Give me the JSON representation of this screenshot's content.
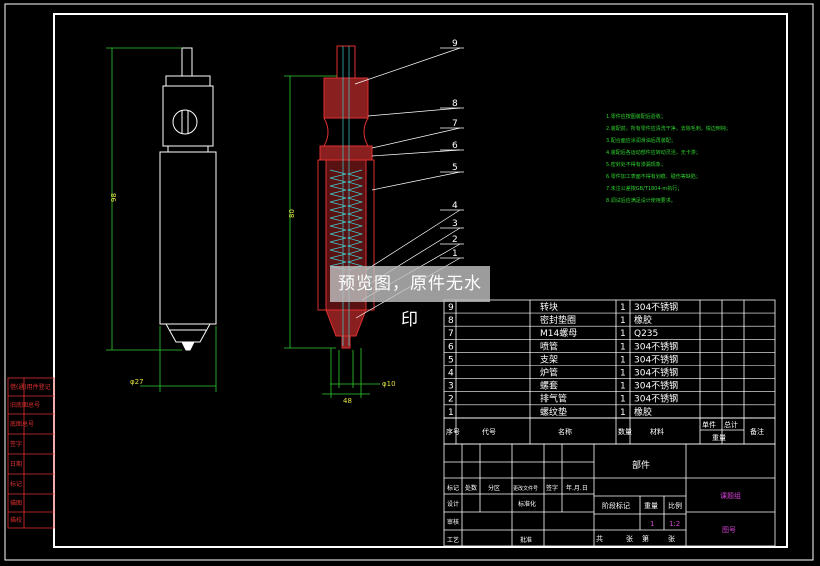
{
  "watermark": "预览图，原件无水印",
  "balloons": [
    "9",
    "8",
    "7",
    "6",
    "5",
    "4",
    "3",
    "2",
    "1"
  ],
  "dimensions": {
    "left_overall": "98",
    "left_dia": "φ27",
    "right_height": "80",
    "right_width": "48",
    "right_dia": "φ10"
  },
  "notes": [
    "1.零件应按图装配后验收；",
    "2.装配前，所有零件应清洗干净，去除毛刺，锐边倒钝；",
    "3.配合面应涂润滑油后再装配；",
    "4.装配后各运动部件应转动灵活，无卡滞；",
    "5.密封处不得有渗漏现象；",
    "6.零件加工表面不得有划痕、碰伤等缺陷；",
    "7.未注公差按GB/T1804-m执行；",
    "8.调试后应满足设计使用要求。"
  ],
  "bom": [
    {
      "no": "9",
      "name": "转块",
      "qty": "1",
      "material": "304不锈钢"
    },
    {
      "no": "8",
      "name": "密封垫圈",
      "qty": "1",
      "material": "橡胶"
    },
    {
      "no": "7",
      "name": "M14螺母",
      "qty": "1",
      "material": "Q235"
    },
    {
      "no": "6",
      "name": "喷管",
      "qty": "1",
      "material": "304不锈钢"
    },
    {
      "no": "5",
      "name": "支架",
      "qty": "1",
      "material": "304不锈钢"
    },
    {
      "no": "4",
      "name": "炉管",
      "qty": "1",
      "material": "304不锈钢"
    },
    {
      "no": "3",
      "name": "螺套",
      "qty": "1",
      "material": "304不锈钢"
    },
    {
      "no": "2",
      "name": "排气管",
      "qty": "1",
      "material": "304不锈钢"
    },
    {
      "no": "1",
      "name": "螺纹垫",
      "qty": "1",
      "material": "橡胶"
    }
  ],
  "bom_header": {
    "seq": "序号",
    "code": "代号",
    "name": "名称",
    "qty": "数量",
    "material": "材料",
    "single": "单件",
    "total": "总计",
    "weight": "重量",
    "remark": "备注"
  },
  "title_block": {
    "part_name": "部件",
    "company": "课题组",
    "drawing_no": "图号",
    "stage_label": "阶段标记",
    "weight_label": "重量",
    "scale_label": "比例",
    "stage_value": "1",
    "scale_value": "1:2",
    "sheet": "共",
    "sheet2": "张",
    "of": "第",
    "of2": "张",
    "mark": "标记",
    "count": "处数",
    "zone": "分区",
    "change_doc": "更改文件号",
    "sign": "签字",
    "date": "年.月.日",
    "design": "设计",
    "standard": "标准化",
    "review": "审核",
    "process": "工艺",
    "approve": "批准"
  },
  "left_stamps": [
    "借(通)用件登记",
    "旧底图总号",
    "底图总号",
    "签字",
    "日期",
    "标记",
    "描图",
    "描校"
  ]
}
